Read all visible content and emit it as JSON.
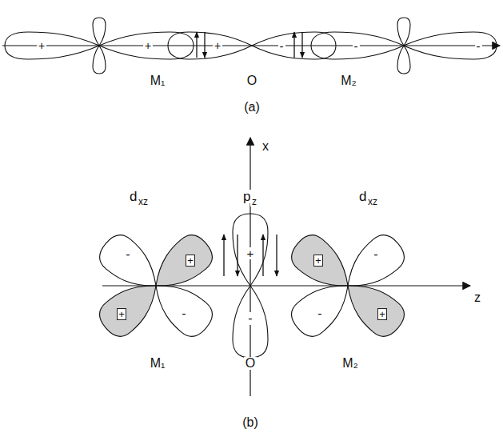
{
  "diagram": {
    "labels": [
      "+",
      "+",
      "+",
      "-",
      "-",
      "-",
      "M₁",
      "O",
      "M₂",
      "(a)",
      "x",
      "z",
      "d",
      "xz",
      "p",
      "z",
      "d",
      "xz",
      "-",
      "+",
      "+",
      "-",
      "+",
      "-",
      "+",
      "-",
      "-",
      "+",
      "M₁",
      "O",
      "M₂",
      "(b)"
    ]
  }
}
